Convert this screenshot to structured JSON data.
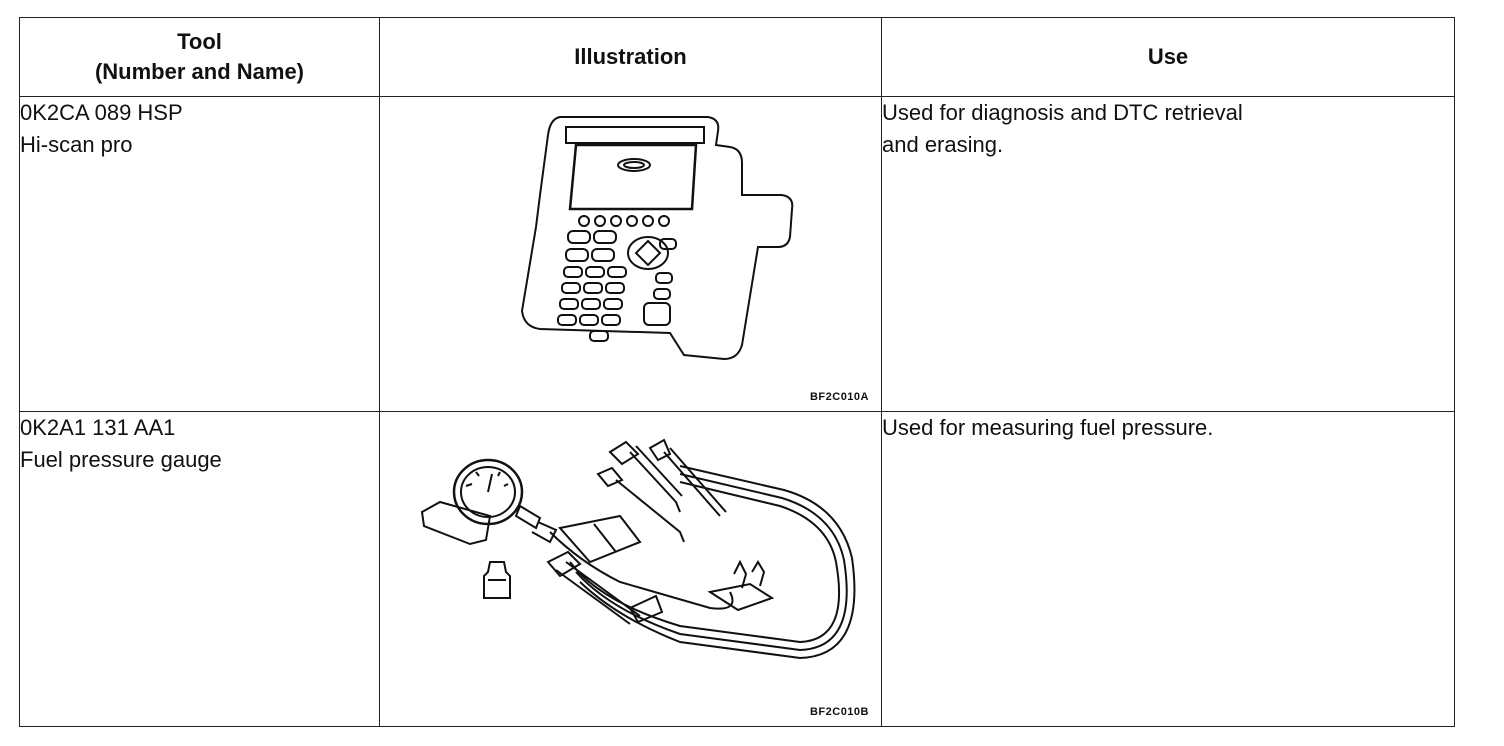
{
  "header": {
    "tool_line1": "Tool",
    "tool_line2": "(Number and Name)",
    "illustration": "Illustration",
    "use": "Use"
  },
  "rows": [
    {
      "number": "0K2CA 089 HSP",
      "name": "Hi-scan pro",
      "illustration_code": "BF2C010A",
      "use_line1": "Used for diagnosis and DTC retrieval",
      "use_line2": "and erasing."
    },
    {
      "number": "0K2A1 131 AA1",
      "name": "Fuel pressure gauge",
      "illustration_code": "BF2C010B",
      "use_line1": "Used for measuring fuel pressure."
    }
  ]
}
